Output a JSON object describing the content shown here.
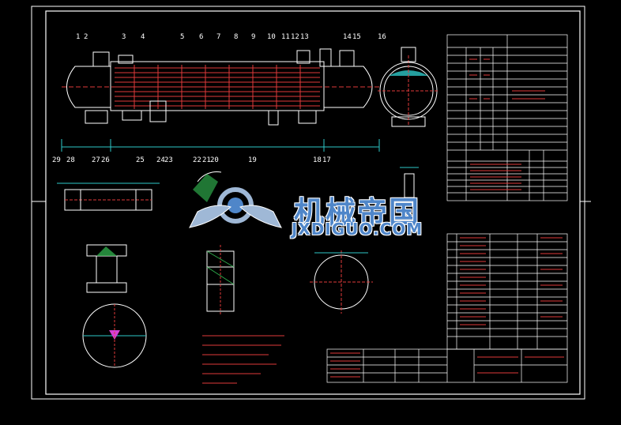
{
  "watermark": {
    "title": "机械帝国",
    "url": "JXDIGUO.COM"
  },
  "callouts_top": [
    "1",
    "2",
    "3",
    "4",
    "5",
    "6",
    "7",
    "8",
    "9",
    "10",
    "11",
    "12",
    "13",
    "14",
    "15",
    "16"
  ],
  "callouts_bottom": [
    "29",
    "28",
    "27",
    "26",
    "25",
    "24",
    "23",
    "22",
    "21",
    "20",
    "19",
    "18",
    "17"
  ],
  "colors": {
    "background": "#000000",
    "lines": "#ffffff",
    "tubes": "#e03a3a",
    "dimension": "#2ec7c7",
    "watermark_blue": "#4f86c9",
    "accent_yellow": "#d9d94a",
    "magenta": "#d43fd4"
  }
}
